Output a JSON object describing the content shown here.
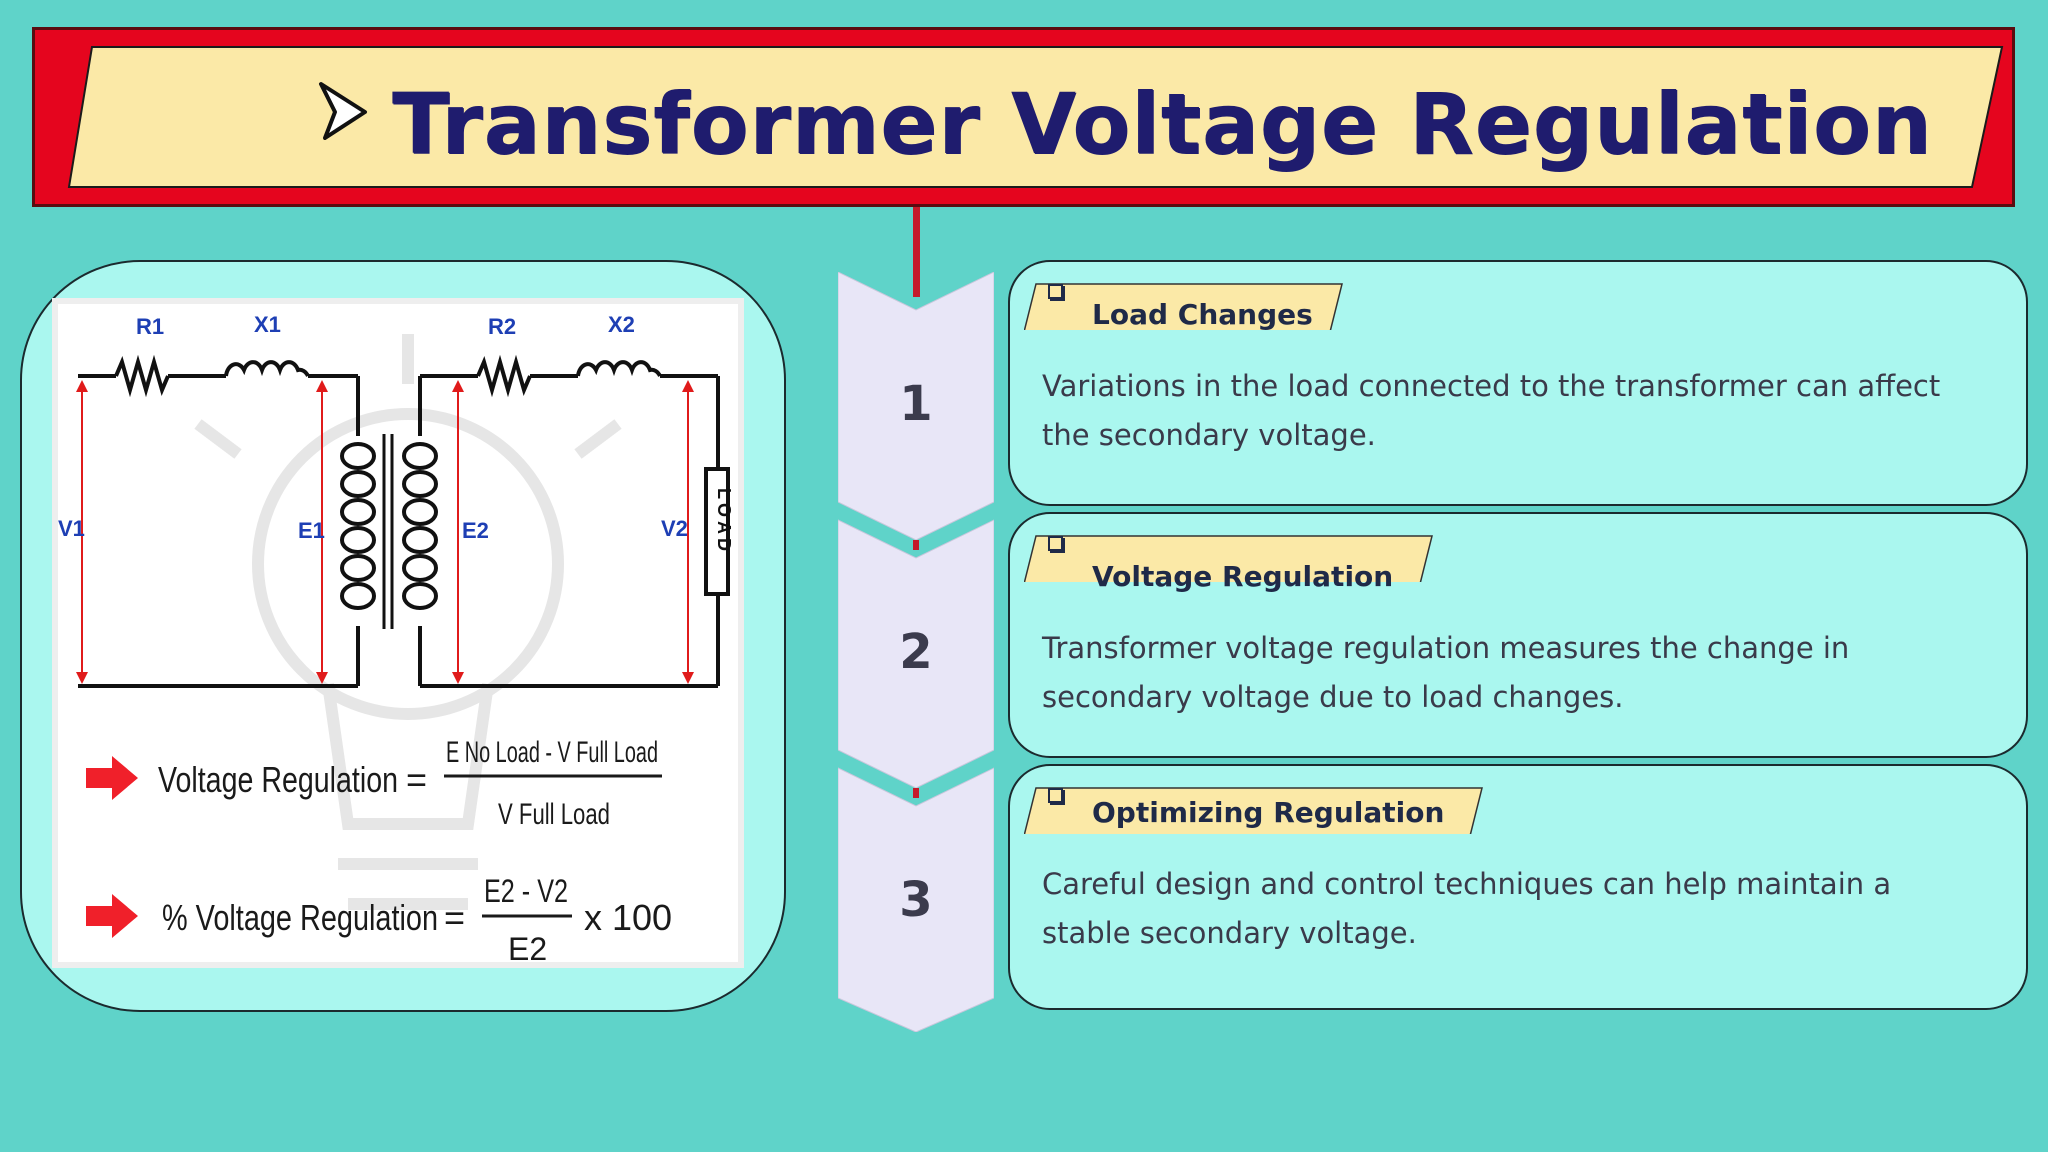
{
  "title": "Transformer Voltage Regulation",
  "colors": {
    "background": "#5fd3c9",
    "title_band": "#e5051e",
    "banner": "#fbe9a7",
    "title_text": "#1f1c6e",
    "card": "#aaf7ef",
    "chevron": "#e8e6f7"
  },
  "circuit": {
    "primary_resistor": "R1",
    "primary_reactance": "X1",
    "secondary_resistor": "R2",
    "secondary_reactance": "X2",
    "input_voltage": "V1",
    "primary_emf": "E1",
    "secondary_emf": "E2",
    "output_voltage": "V2",
    "load_label": "LOAD"
  },
  "formulas": [
    {
      "label": "Voltage Regulation",
      "numerator": "E No Load - V Full Load",
      "denominator": "V Full Load"
    },
    {
      "label": "% Voltage Regulation",
      "numerator": "E2 - V2",
      "denominator": "E2",
      "multiplier": "x 100"
    }
  ],
  "steps": [
    {
      "number": "1",
      "heading": "Load Changes",
      "text": "Variations in the load connected to the transformer can affect the secondary voltage."
    },
    {
      "number": "2",
      "heading": "Voltage Regulation",
      "text": "Transformer voltage regulation measures the change in secondary voltage due to load changes."
    },
    {
      "number": "3",
      "heading": "Optimizing Regulation",
      "text": "Careful design and control techniques can help maintain a stable secondary voltage."
    }
  ],
  "icons": {
    "title_bullet": "arrowhead-icon",
    "step_bullet": "checkbox-icon",
    "formula_bullet": "red-arrow-icon"
  }
}
